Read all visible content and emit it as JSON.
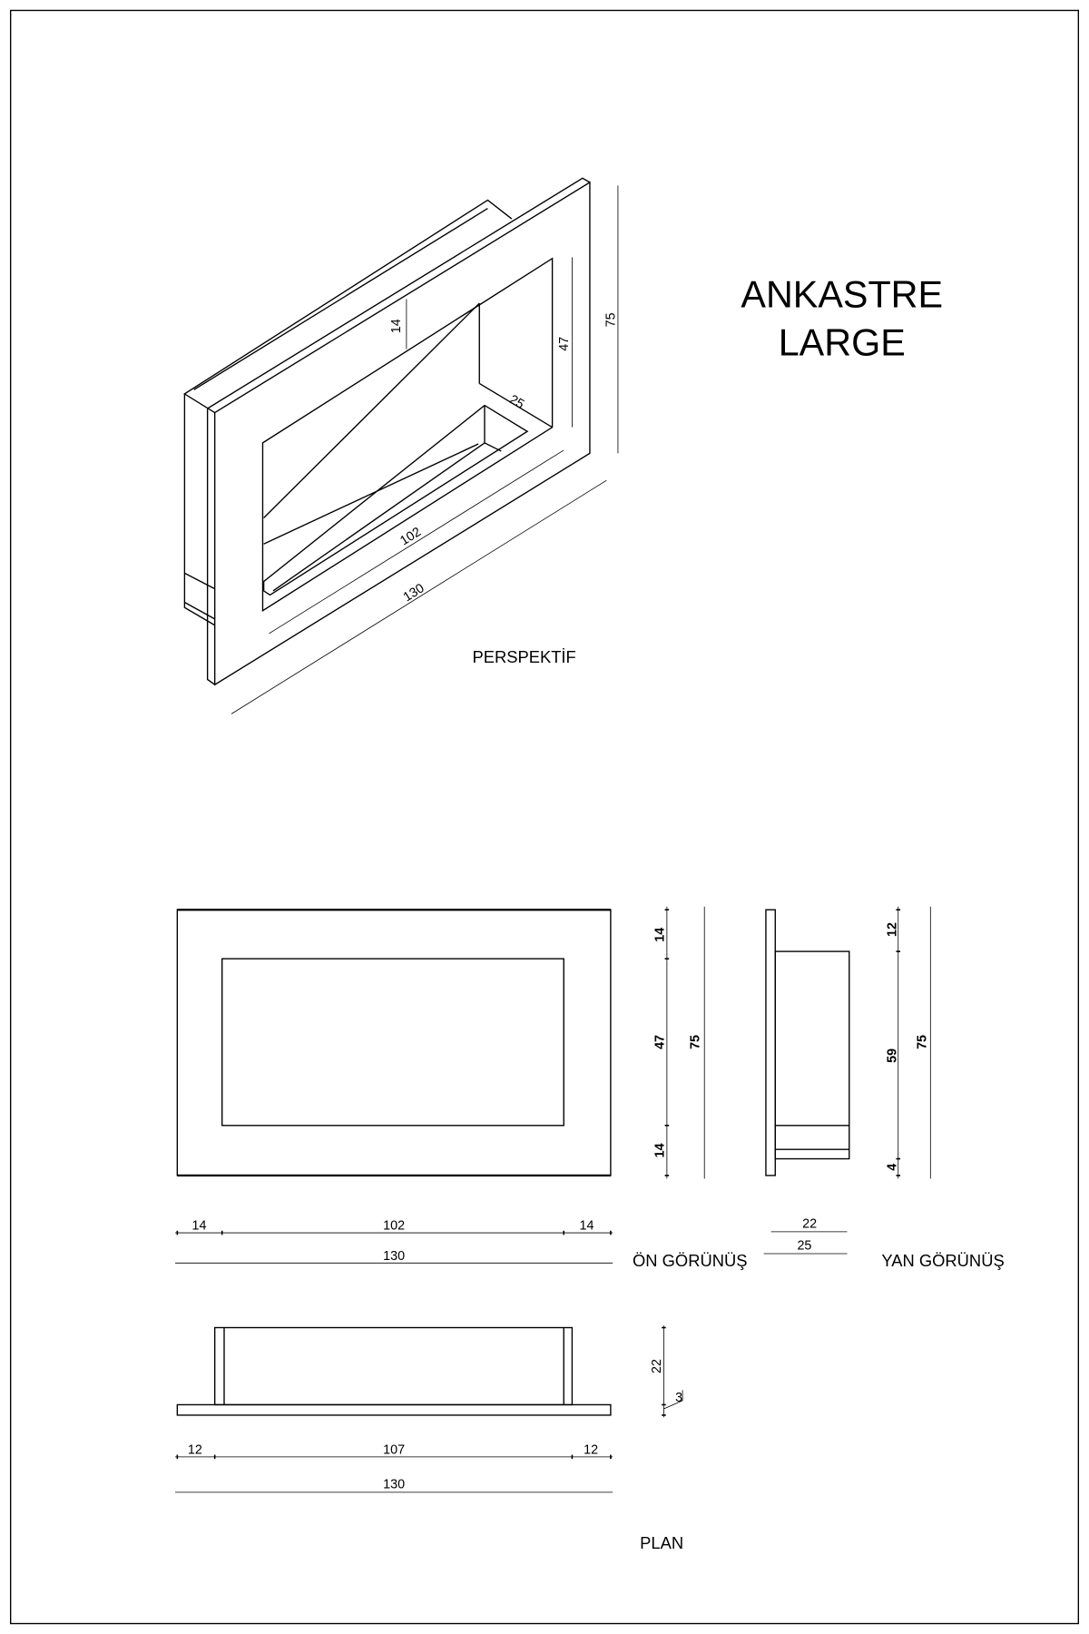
{
  "title": {
    "line1": "ANKASTRE",
    "line2": "LARGE"
  },
  "perspective": {
    "label": "PERSPEKTİF",
    "dims": {
      "top_frame": "14",
      "opening_height": "47",
      "total_height": "75",
      "depth": "25",
      "opening_width": "102",
      "total_width": "130"
    }
  },
  "front_view": {
    "label": "ÖN GÖRÜNÜŞ",
    "vertical": {
      "top": "14",
      "middle": "47",
      "bottom": "14",
      "total": "75"
    },
    "horizontal": {
      "left": "14",
      "middle": "102",
      "right": "14",
      "total": "130"
    }
  },
  "side_view": {
    "label": "YAN GÖRÜNÜŞ",
    "vertical": {
      "top": "12",
      "middle": "59",
      "bottom": "4",
      "total": "75"
    },
    "horizontal": {
      "box_depth": "22",
      "total_depth": "25"
    }
  },
  "plan_view": {
    "label": "PLAN",
    "horizontal": {
      "left": "12",
      "middle": "107",
      "right": "12",
      "total": "130"
    },
    "vertical": {
      "box_depth": "22",
      "plate": "3"
    }
  }
}
